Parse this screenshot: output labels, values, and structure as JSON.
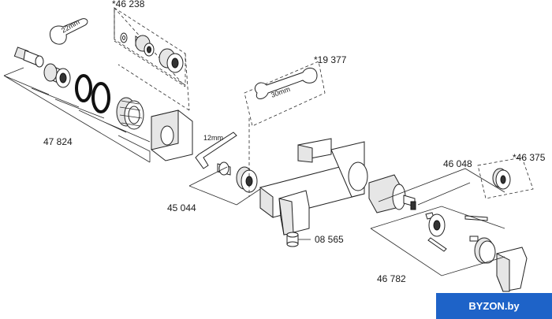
{
  "labels": {
    "part_46238": "*46 238",
    "part_19377": "*19 377",
    "part_46375": "*46 375",
    "part_47824": "47 824",
    "part_45044": "45 044",
    "part_46048": "46 048",
    "part_08565": "08 565",
    "part_46782": "46 782"
  },
  "annotations": {
    "wrench_22": "22mm",
    "wrench_30": "30mm",
    "hex_key_12": "12mm"
  },
  "watermark": "BYZON.by",
  "colors": {
    "watermark_bg": "#1e63c8",
    "line": "#2a2a2a"
  }
}
